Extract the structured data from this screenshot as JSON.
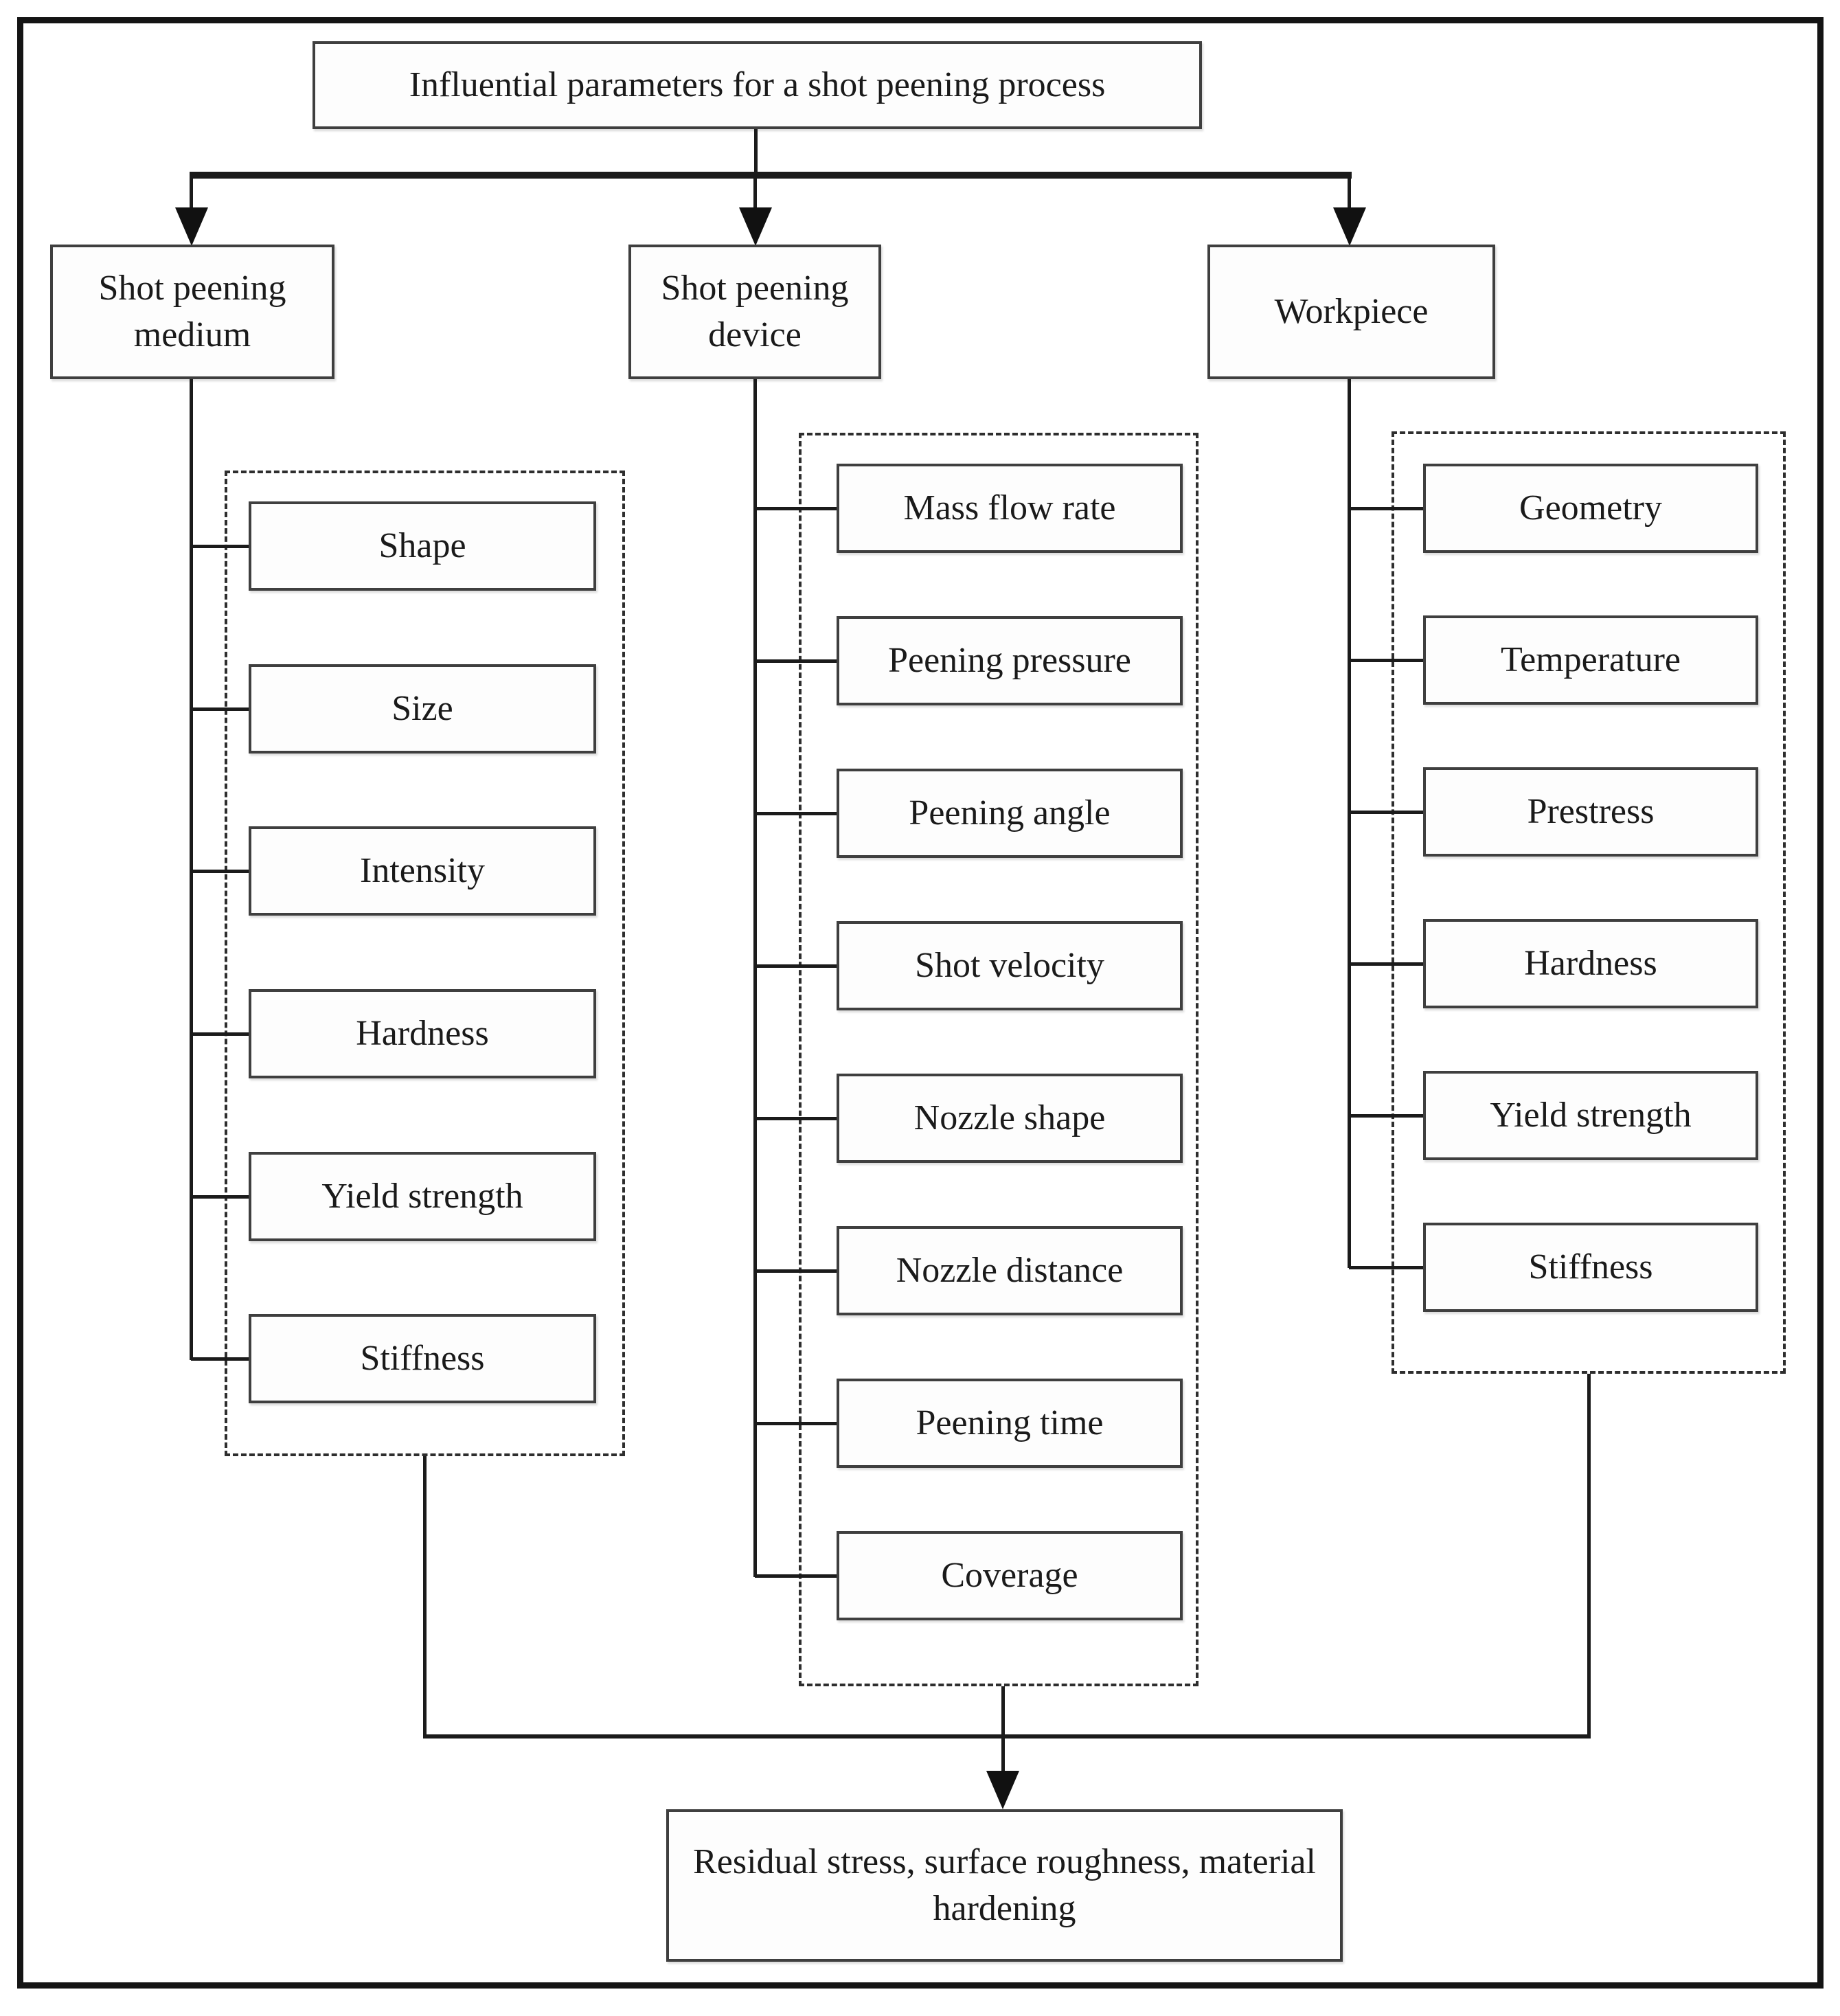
{
  "title": "Influential parameters for a shot peening process",
  "root": {
    "label": "Influential parameters for a shot peening process"
  },
  "branches": [
    {
      "label": "Shot peening medium",
      "items": [
        "Shape",
        "Size",
        "Intensity",
        "Hardness",
        "Yield strength",
        "Stiffness"
      ]
    },
    {
      "label": "Shot peening device",
      "items": [
        "Mass flow rate",
        "Peening pressure",
        "Peening angle",
        "Shot velocity",
        "Nozzle shape",
        "Nozzle distance",
        "Peening time",
        "Coverage"
      ]
    },
    {
      "label": "Workpiece",
      "items": [
        "Geometry",
        "Temperature",
        "Prestress",
        "Hardness",
        "Yield strength",
        "Stiffness"
      ]
    }
  ],
  "output": {
    "label": "Residual stress, surface roughness, material hardening"
  },
  "colors": {
    "line": "#1b1b1b",
    "box_border": "#3f3f3f",
    "dashed_border": "#2e2e2e",
    "text": "#1a1a1a",
    "background": "#ffffff"
  }
}
